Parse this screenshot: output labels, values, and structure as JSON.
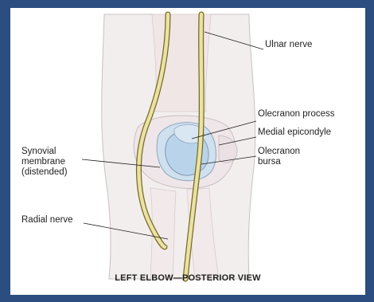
{
  "diagram": {
    "caption": "LEFT ELBOW—POSTERIOR VIEW",
    "labels": {
      "ulnar_nerve": "Ulnar nerve",
      "olecranon_process": "Olecranon process",
      "medial_epicondyle": "Medial epicondyle",
      "olecranon_bursa": "Olecranon\nbursa",
      "synovial_membrane": "Synovial\nmembrane\n(distended)",
      "radial_nerve": "Radial nerve"
    }
  }
}
